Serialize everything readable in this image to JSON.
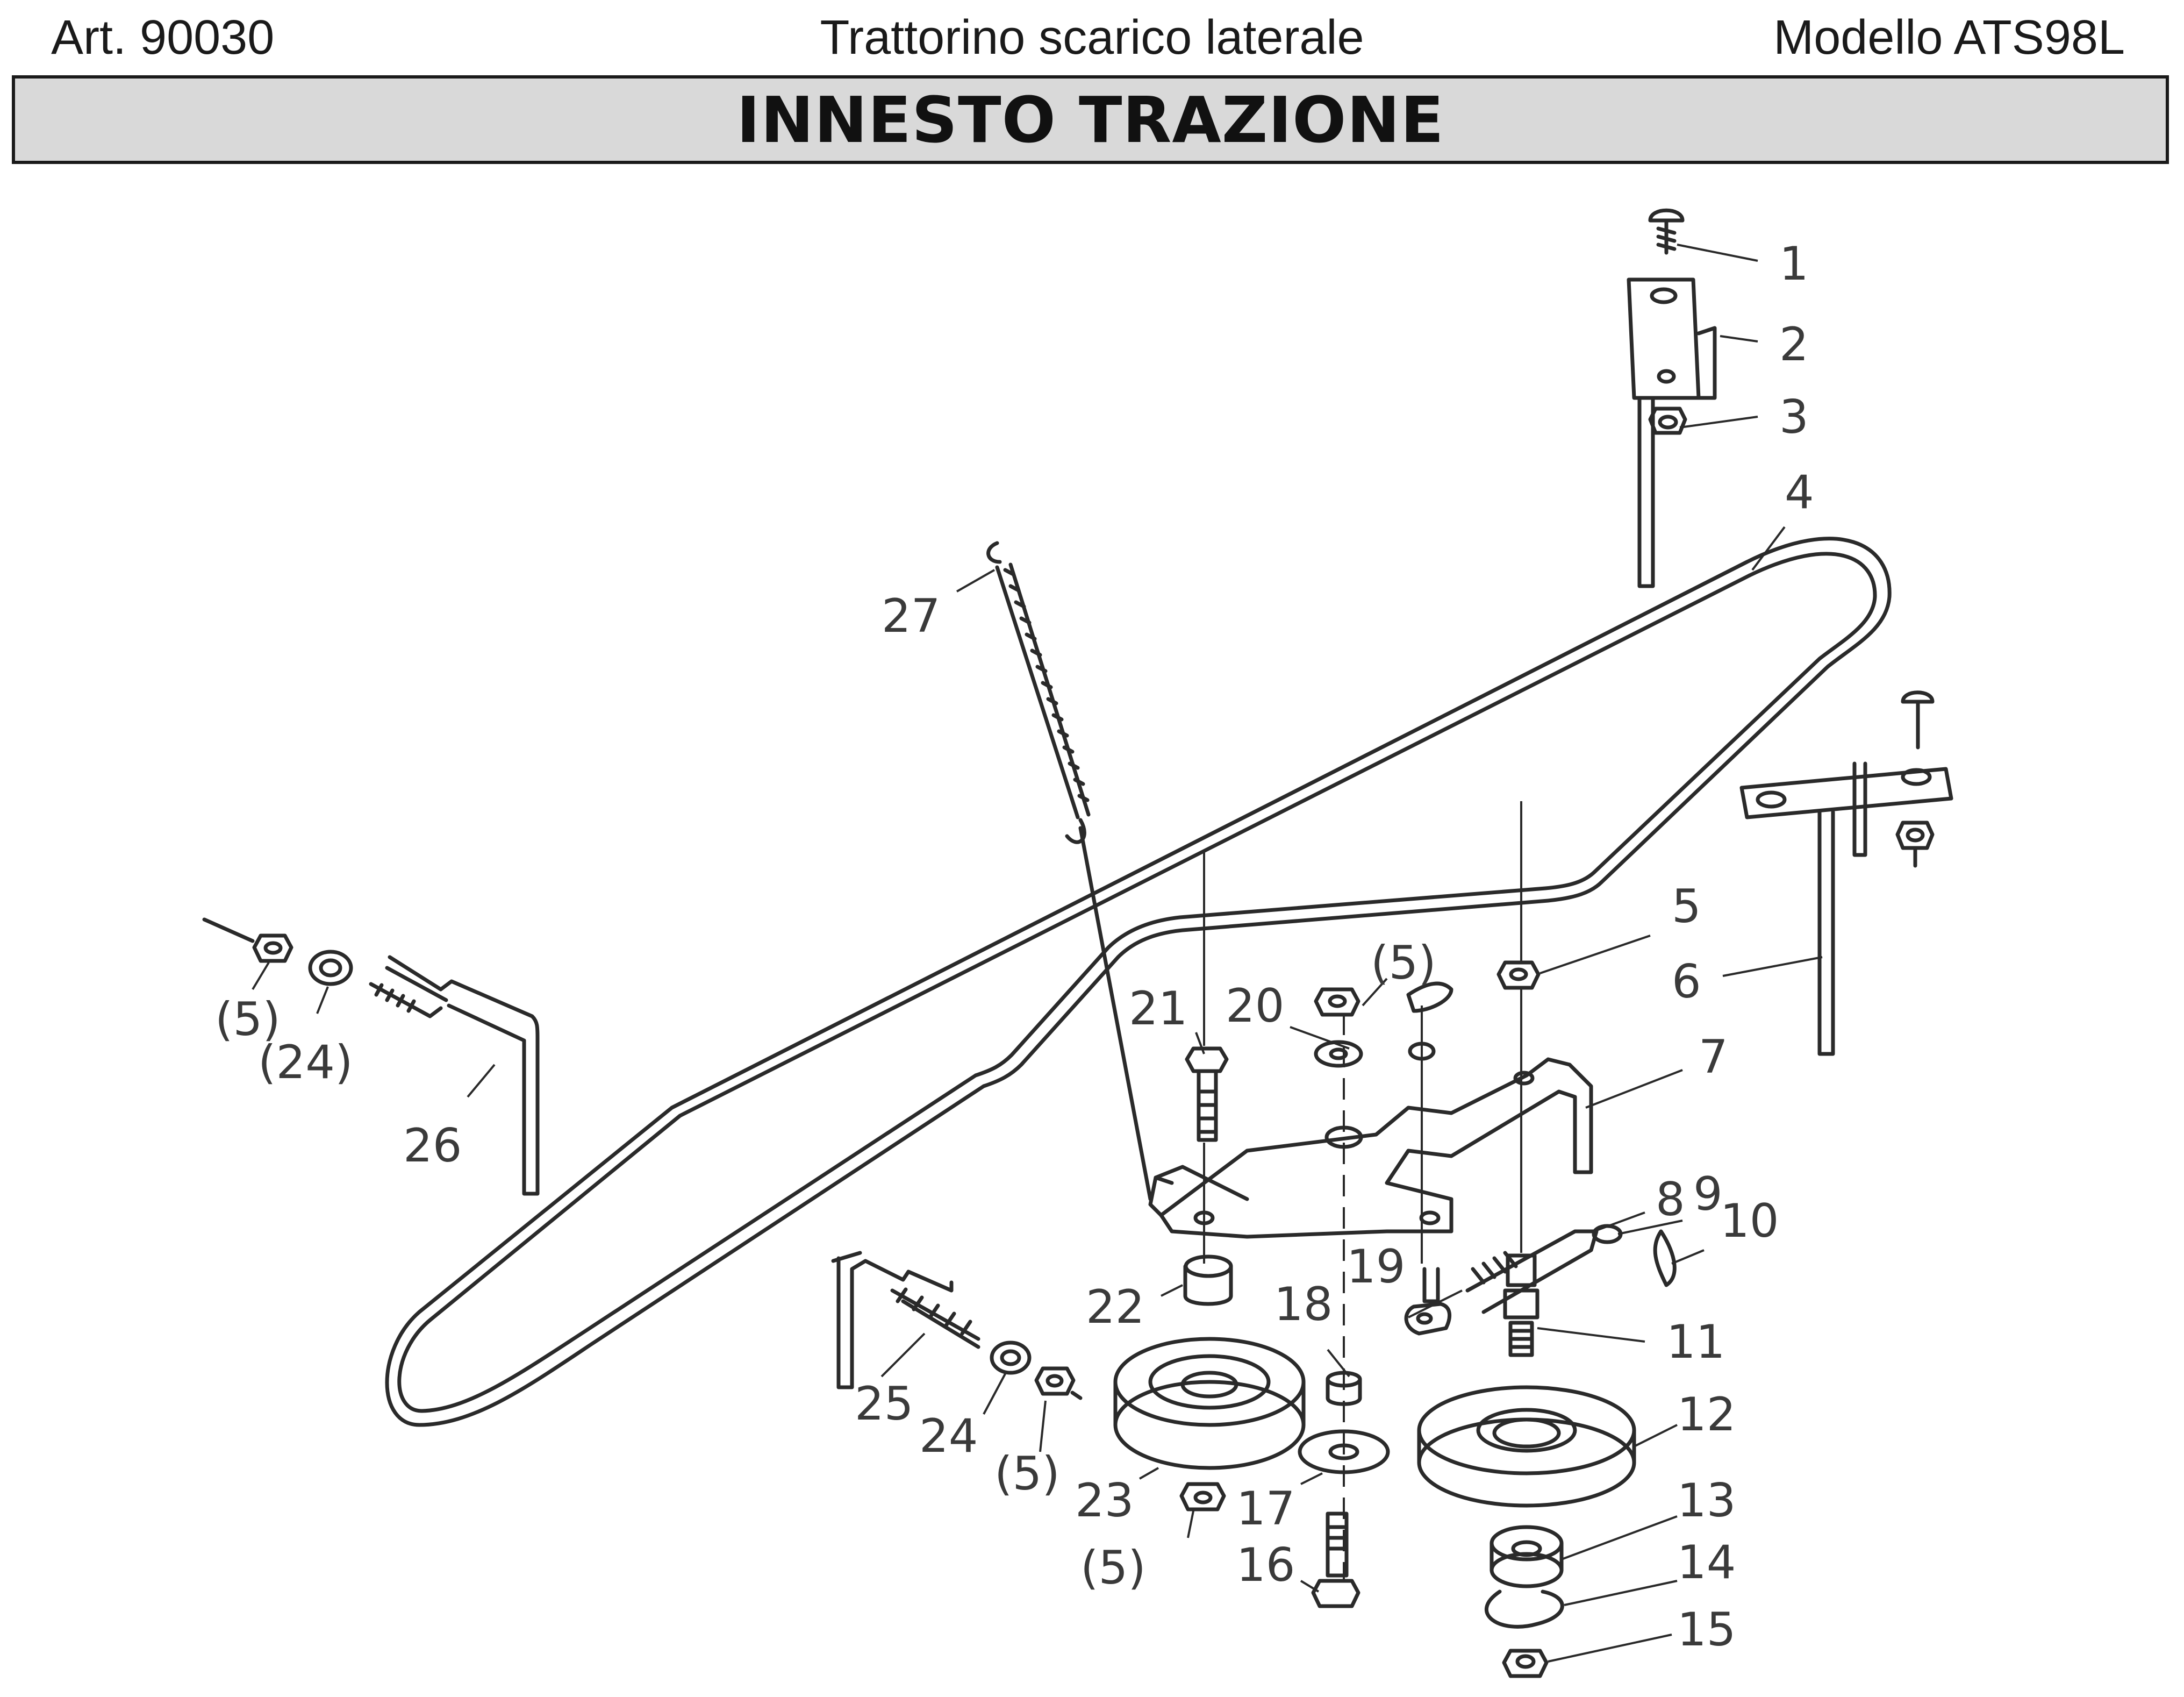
{
  "header": {
    "article": "Art. 90030",
    "product": "Trattorino scarico laterale",
    "model": "Modello ATS98L"
  },
  "title": "INNESTO TRAZIONE",
  "labels": {
    "p1": "1",
    "p2": "2",
    "p3": "3",
    "p4": "4",
    "p5": "5",
    "p6": "6",
    "p7": "7",
    "p8": "8",
    "p9": "9",
    "p10": "10",
    "p11": "11",
    "p12": "12",
    "p13": "13",
    "p14": "14",
    "p15": "15",
    "p16": "16",
    "p17": "17",
    "p18": "18",
    "p19": "19",
    "p20": "20",
    "p21": "21",
    "p22": "22",
    "p23": "23",
    "p24": "24",
    "p25": "25",
    "p26": "26",
    "p27": "27",
    "ref5_top": "(5)",
    "ref5_left": "(5)",
    "ref24_left": "(24)",
    "ref5_bottom_left": "(5)",
    "ref5_pulley": "(5)"
  }
}
